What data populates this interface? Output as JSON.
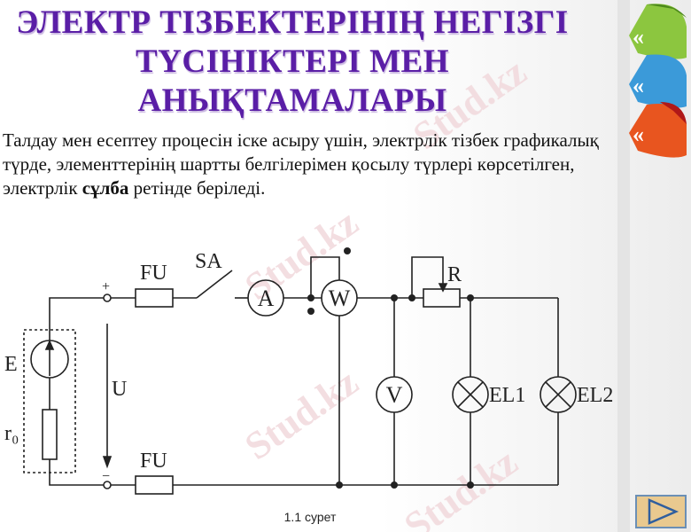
{
  "slide": {
    "title_lines": [
      "ЭЛЕКТР ТІЗБЕКТЕРІНІҢ НЕГІЗГІ",
      "ТҮСІНІКТЕРІ МЕН",
      "АНЫҚТАМАЛАРЫ"
    ],
    "body_part1": "Талдау мен есептеу процесін іске асыру үшін, электрлік тізбек графикалық түрде, элементтерінің шартты белгілерімен қосылу түрлері көрсетілген, электрлік ",
    "body_bold": "сұлба",
    "body_part2": " ретінде беріледі.",
    "title_color": "#5a1ea6"
  },
  "diagram": {
    "labels": {
      "fuse_top": "FU",
      "switch": "SA",
      "ammeter": "A",
      "wattmeter": "W",
      "rheostat": "R",
      "voltmeter": "V",
      "lamp1": "EL1",
      "lamp2": "EL2",
      "emf": "E",
      "internal_resistance": "r₀",
      "voltage": "U",
      "plus": "+",
      "minus": "−",
      "fuse_bottom": "FU"
    },
    "caption": "1.1 сурет"
  },
  "watermark": "Stud.kz",
  "navigation": {
    "ribbons": [
      {
        "color": "#8cc63f",
        "icon": "double-chevron-left-icon"
      },
      {
        "color": "#3b9ad9",
        "icon": "double-chevron-left-icon"
      },
      {
        "color": "#e8551f",
        "icon": "double-chevron-left-icon"
      }
    ],
    "next_icon": "play-triangle-icon"
  }
}
